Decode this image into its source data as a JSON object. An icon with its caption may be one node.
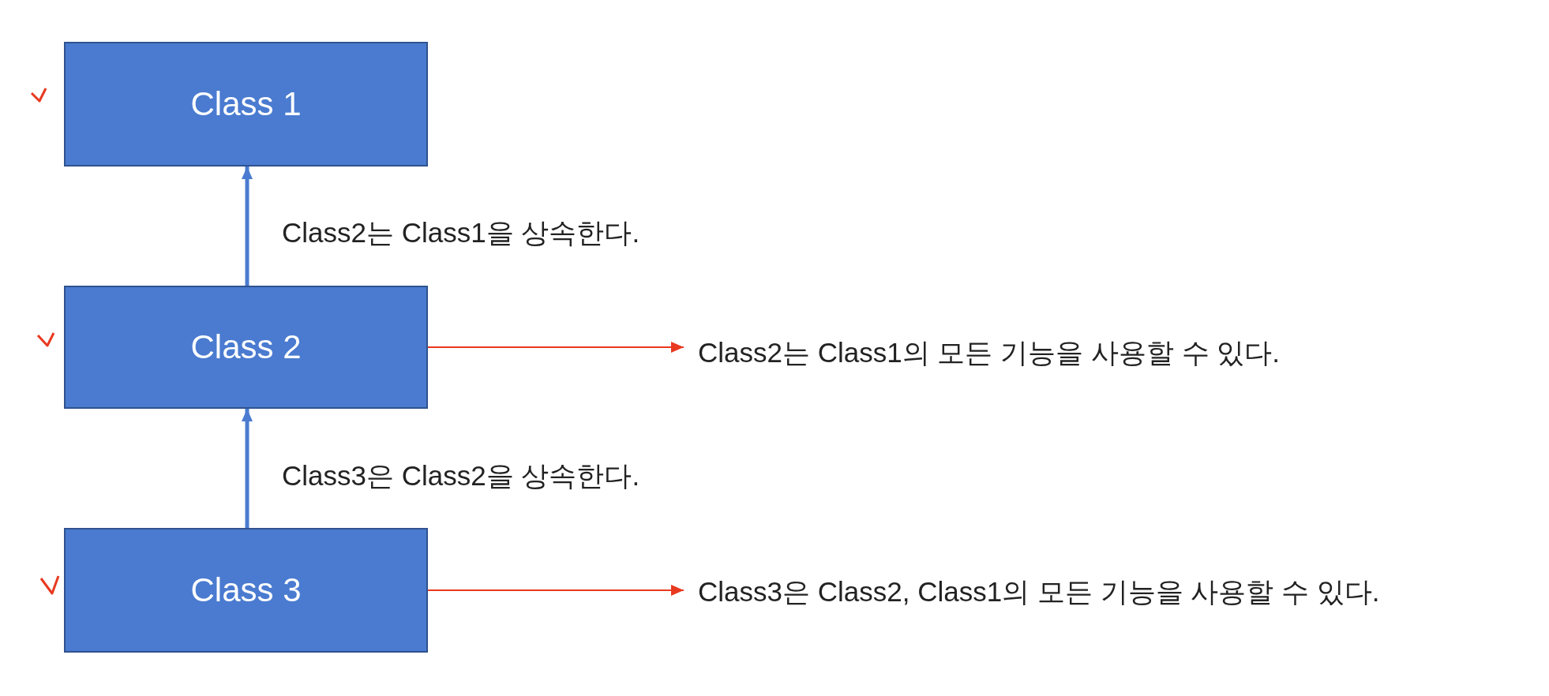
{
  "diagram": {
    "nodes": [
      {
        "text": [
          "Class 1"
        ]
      },
      {
        "text": [
          "Class 2"
        ]
      },
      {
        "text": [
          "Class 3"
        ]
      },
      {
        "text": [
          "Class2는 Class1의 모든 기능을 사용할 수 있다."
        ]
      },
      {
        "text": [
          "Class3은 Class2, Class1의 모든 기능을 사용할 수 있다."
        ]
      }
    ],
    "edges": [
      {
        "from": 1,
        "to": 0,
        "arrow": "to",
        "label": "Class2는 Class1을 상속한다.",
        "style": "thick"
      },
      {
        "from": 2,
        "to": 1,
        "arrow": "to",
        "label": "Class3은 Class2을 상속한다.",
        "style": "thick"
      },
      {
        "from": 1,
        "to": 3,
        "arrow": "to",
        "color": "#e8391f"
      },
      {
        "from": 2,
        "to": 4,
        "arrow": "to",
        "color": "#e8391f"
      }
    ]
  }
}
